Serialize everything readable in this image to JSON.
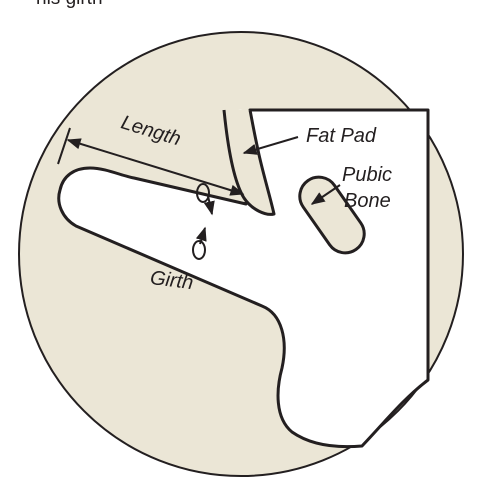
{
  "header_fragment": "his girth",
  "labels": {
    "length": "Length",
    "fat_pad": "Fat Pad",
    "pubic_bone_line1": "Pubic",
    "pubic_bone_line2": "Bone",
    "girth": "Girth"
  },
  "colors": {
    "circle_fill": "#ebe6d6",
    "outline": "#231f20",
    "shape_fill": "#ffffff"
  }
}
